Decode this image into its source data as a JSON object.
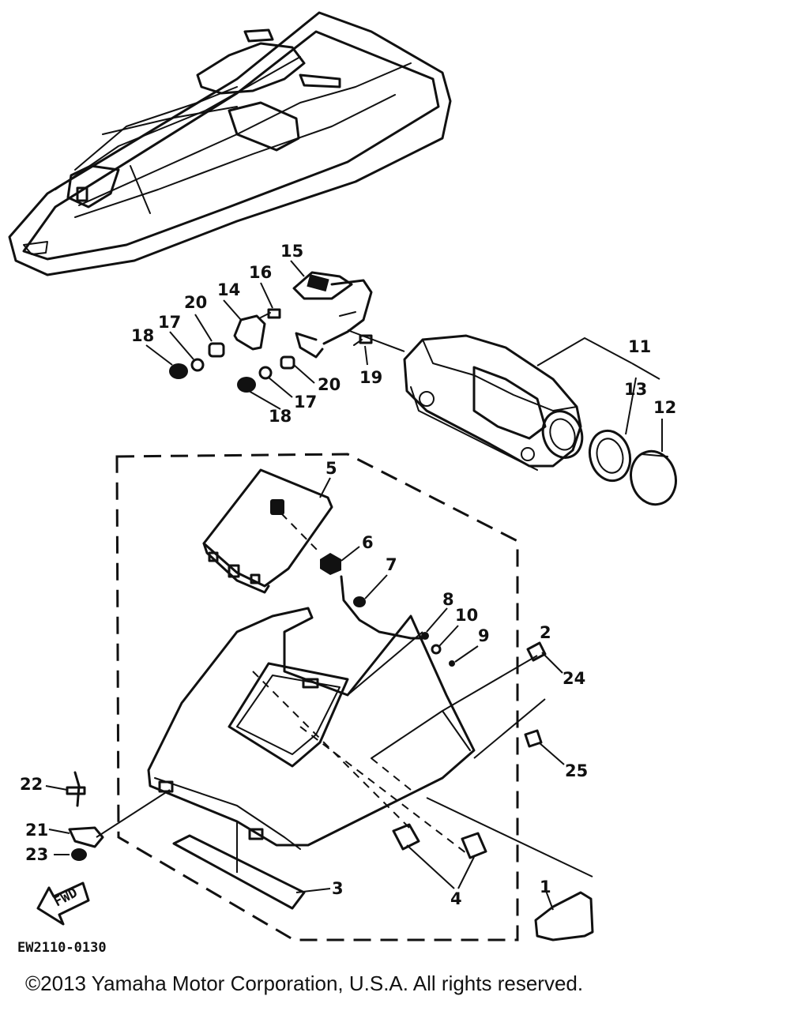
{
  "diagram": {
    "parts": [
      {
        "id": "p1",
        "label": "1"
      },
      {
        "id": "p2",
        "label": "2"
      },
      {
        "id": "p3",
        "label": "3"
      },
      {
        "id": "p4",
        "label": "4"
      },
      {
        "id": "p5",
        "label": "5"
      },
      {
        "id": "p6",
        "label": "6"
      },
      {
        "id": "p7",
        "label": "7"
      },
      {
        "id": "p8",
        "label": "8"
      },
      {
        "id": "p9",
        "label": "9"
      },
      {
        "id": "p10",
        "label": "10"
      },
      {
        "id": "p11",
        "label": "11"
      },
      {
        "id": "p12",
        "label": "12"
      },
      {
        "id": "p13",
        "label": "13"
      },
      {
        "id": "p14",
        "label": "14"
      },
      {
        "id": "p15",
        "label": "15"
      },
      {
        "id": "p16",
        "label": "16"
      },
      {
        "id": "p17a",
        "label": "17"
      },
      {
        "id": "p17b",
        "label": "17"
      },
      {
        "id": "p18a",
        "label": "18"
      },
      {
        "id": "p18b",
        "label": "18"
      },
      {
        "id": "p19",
        "label": "19"
      },
      {
        "id": "p20a",
        "label": "20"
      },
      {
        "id": "p20b",
        "label": "20"
      },
      {
        "id": "p21",
        "label": "21"
      },
      {
        "id": "p22",
        "label": "22"
      },
      {
        "id": "p23",
        "label": "23"
      },
      {
        "id": "p24",
        "label": "24"
      },
      {
        "id": "p25",
        "label": "25"
      }
    ],
    "fwd_label": "FWD",
    "drawing_code": "EW2110-0130"
  },
  "copyright": "©2013 Yamaha Motor Corporation, U.S.A. All rights reserved."
}
